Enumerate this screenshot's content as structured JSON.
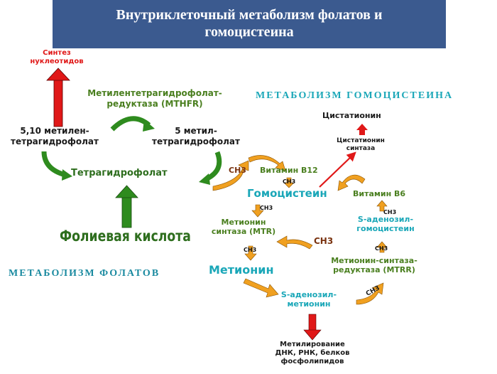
{
  "title": {
    "line1": "Внутриклеточный метаболизм фолатов и",
    "line2": "гомоцистеина"
  },
  "folate": {
    "section_title": "МЕТАБОЛИЗМ ФОЛАТОВ",
    "nucleotide_synthesis": {
      "line1": "Синтез",
      "line2": "нуклеотидов"
    },
    "mthfr": {
      "line1": "Метилентетрагидрофолат-",
      "line2": "редуктаза (MTHFR)"
    },
    "methylene_thf": {
      "line1": "5,10 метилен-",
      "line2": "тетрагидрофолат"
    },
    "methyl_thf": {
      "line1": "5 метил-",
      "line2": "тетрагидрофолат"
    },
    "thf": "Тетрагидрофолат",
    "folic_acid": "Фолиевая кислота"
  },
  "homocysteine": {
    "section_title": "МЕТАБОЛИЗМ ГОМОЦИСТЕИНА",
    "cystathionine": "Цистатионин",
    "cbs": {
      "line1": "Цистатионин",
      "line2": "синтаза"
    },
    "ch3": "CH3",
    "vitamin_b12": "Витамин В12",
    "homocysteine": "Гомоцистеин",
    "vitamin_b6": "Витамин В6",
    "mtr": {
      "line1": "Метионин",
      "line2": "синтаза (MTR)"
    },
    "sah": {
      "line1": "S-аденозил-",
      "line2": "гомоцистеин"
    },
    "mtrr": {
      "line1": "Метионин-синтаза-",
      "line2": "редуктаза (MTRR)"
    },
    "methionine": "Метионин",
    "sam": {
      "line1": "S-аденозил-",
      "line2": "метионин"
    },
    "methylation": {
      "line1": "Метилирование",
      "line2": "ДНК, РНК, белков",
      "line3": "фосфолипидов"
    }
  },
  "colors": {
    "banner": "#3b5a8f",
    "green_text": "#2e6e1e",
    "red": "#e01818",
    "orange_arrow": "#f0a020",
    "teal": "#1aa7b8",
    "dark_text": "#1a1a1a",
    "brown": "#7a3310"
  }
}
